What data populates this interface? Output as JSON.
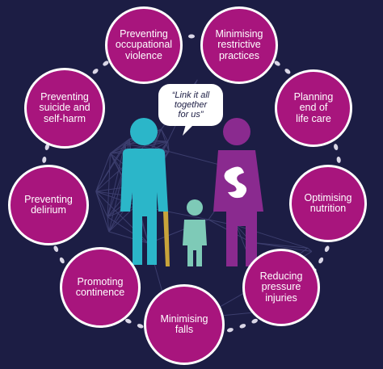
{
  "diagram": {
    "speech_bubble": "“Link it all\ntogether\nfor us”",
    "topics": [
      {
        "id": "occupational-violence",
        "label": "Preventing\noccupational\nviolence"
      },
      {
        "id": "restrictive-practices",
        "label": "Minimising\nrestrictive\npractices"
      },
      {
        "id": "end-of-life-care",
        "label": "Planning\nend of\nlife care"
      },
      {
        "id": "nutrition",
        "label": "Optimising\nnutrition"
      },
      {
        "id": "pressure-injuries",
        "label": "Reducing\npressure\ninjuries"
      },
      {
        "id": "falls",
        "label": "Minimising\nfalls"
      },
      {
        "id": "continence",
        "label": "Promoting\ncontinence"
      },
      {
        "id": "delirium",
        "label": "Preventing\ndelirium"
      },
      {
        "id": "suicide-self-harm",
        "label": "Preventing\nsuicide and\nself-harm"
      }
    ]
  },
  "colors": {
    "background": "#1c1d44",
    "circle_fill": "#a8157d",
    "circle_border": "#ffffff",
    "person_adult_left": "#2bb6c9",
    "person_adult_right": "#8a2a8f",
    "person_child": "#7ecab7",
    "network_lines": "#3b3d6d"
  }
}
